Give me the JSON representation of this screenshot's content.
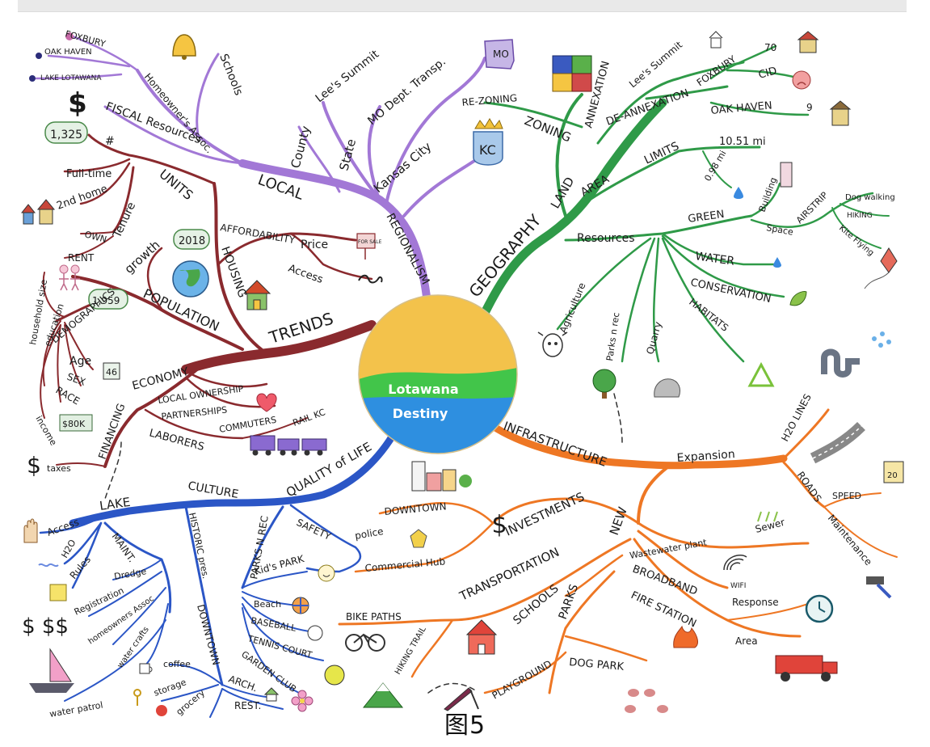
{
  "colors": {
    "local": "#a278d6",
    "trends": "#8a2a2e",
    "geography": "#2f9a48",
    "infrastructure": "#ee7724",
    "quality": "#2b56c6",
    "sun": "#f3c24b",
    "green_band": "#42c54a",
    "water": "#2e8fe0"
  },
  "center": {
    "line1": "Lotawana",
    "line2": "Destiny"
  },
  "caption": "图5",
  "icon_names": [
    "bell-icon",
    "dollar-icon",
    "missouri-icon",
    "puzzle-icon",
    "house-icon",
    "kc-crown-icon",
    "for-sale-sign-icon",
    "key-icon",
    "globe-icon",
    "friends-icon",
    "heart-icon",
    "train-icon",
    "cow-icon",
    "tree-icon",
    "rock-icon",
    "recycle-icon",
    "pipe-icon",
    "kite-icon",
    "city-icon",
    "police-badge-icon",
    "wifi-icon",
    "clock-icon",
    "fire-truck-icon",
    "hammer-icon",
    "road-icon",
    "speed-sign-icon",
    "school-icon",
    "bike-icon",
    "mountain-icon",
    "slide-icon",
    "paw-icon",
    "sailboat-icon",
    "coffee-icon",
    "flower-icon",
    "ball-icon",
    "smiley-icon",
    "frown-icon",
    "hand-icon",
    "leaf-icon",
    "drop-icon",
    "sewer-icon",
    "fire-icon"
  ],
  "labels": {
    "local": [
      "LOCAL",
      "County",
      "State",
      "Lee's Summit",
      "MO Dept. Transp.",
      "Kansas City",
      "REGIONALISM",
      "Schools",
      "Homeowner's Assoc.",
      "FOXBURY",
      "OAK HAVEN",
      "LAKE LOTAWANA",
      "FISCAL Resources"
    ],
    "trends": [
      "TRENDS",
      "UNITS",
      "1,325",
      "#",
      "Full-time",
      "2nd home",
      "Tenure",
      "OWN",
      "RENT",
      "HOUSING",
      "AFFORDABILITY",
      "Price",
      "Access",
      "growth",
      "2018",
      "POPULATION",
      "1,959",
      "DEMOGRAPHICS",
      "household size",
      "education",
      "Age",
      "46",
      "SEX",
      "RACE",
      "income",
      "$80K",
      "ECONOMY",
      "LOCAL OWNERSHIP",
      "PARTNERSHIPS",
      "LABORERS",
      "COMMUTERS",
      "RAIL KC",
      "FINANCING",
      "taxes",
      "FOR SALE"
    ],
    "geography": [
      "GEOGRAPHY",
      "LAND",
      "ZONING",
      "RE-ZONING",
      "ANNEXATION",
      "Lee's Summit",
      "DE-ANNEXATION",
      "FOXBURY",
      "CID",
      "70",
      "OAK HAVEN",
      "9",
      "AREA",
      "LIMITS",
      "10.51 mi",
      "0.98 mi",
      "Resources",
      "GREEN",
      "Building",
      "Space",
      "AIRSTRIP",
      "Dog walking",
      "HIKING",
      "Kite Flying",
      "WATER",
      "CONSERVATION",
      "HABITATS",
      "Agriculture",
      "Parks n rec",
      "Quarry",
      "KC",
      "MO"
    ],
    "infrastructure": [
      "INFRASTRUCTURE",
      "Expansion",
      "H2O LINES",
      "ROADS",
      "SPEED",
      "Maintenance",
      "20",
      "NEW",
      "INVESTMENTS",
      "DOWNTOWN",
      "Commercial Hub",
      "Wastewater plant",
      "Sewer",
      "BROADBAND",
      "WIFI",
      "FIRE STATION",
      "Response",
      "Area",
      "TRANSPORTATION",
      "BIKE PATHS",
      "HIKING TRAIL",
      "SCHOOLS",
      "PARKS",
      "PLAYGROUND",
      "DOG PARK"
    ],
    "quality": [
      "QUALITY of LIFE",
      "CULTURE",
      "LAKE",
      "Access",
      "H2O",
      "Rules",
      "MAINT.",
      "Dredge",
      "Registration",
      "homeowners Assoc",
      "water crafts",
      "water patrol",
      "HISTORIC pres.",
      "DOWNTOWN",
      "coffee",
      "storage",
      "grocery",
      "ARCH.",
      "REST.",
      "PARKS N REC",
      "Kid's PARK",
      "Beach",
      "BASEBALL",
      "TENNIS COURT",
      "GARDEN CLUB",
      "SAFETY",
      "police"
    ]
  }
}
